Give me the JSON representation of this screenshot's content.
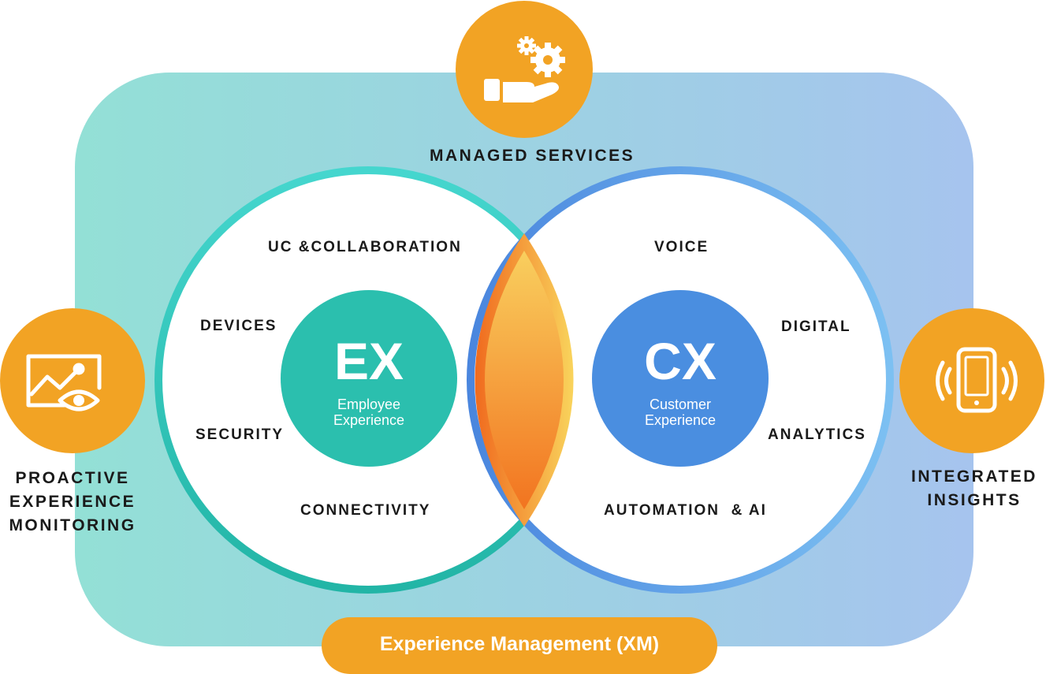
{
  "colors": {
    "orange": "#F2A324",
    "teal": "#2BBFAE",
    "blue": "#4A8EE0",
    "bg_start": "#93E0D6",
    "bg_end": "#A6C4EE"
  },
  "top_node": {
    "icon": "gear-hand-icon",
    "label": "MANAGED SERVICES"
  },
  "left_node": {
    "icon": "monitor-eye-chart-icon",
    "label_lines": [
      "PROACTIVE",
      "EXPERIENCE",
      "MONITORING"
    ]
  },
  "right_node": {
    "icon": "smartphone-signal-icon",
    "label_lines": [
      "INTEGRATED",
      "INSIGHTS"
    ]
  },
  "ex_circle": {
    "title": "EX",
    "subtitle_lines": [
      "Employee",
      "Experience"
    ],
    "items": [
      "UC &COLLABORATION",
      "DEVICES",
      "SECURITY",
      "CONNECTIVITY"
    ]
  },
  "cx_circle": {
    "title": "CX",
    "subtitle_lines": [
      "Customer",
      "Experience"
    ],
    "items": [
      "VOICE",
      "DIGITAL",
      "ANALYTICS",
      "AUTOMATION  & AI"
    ]
  },
  "bottom_pill": {
    "label": "Experience Management (XM)"
  }
}
